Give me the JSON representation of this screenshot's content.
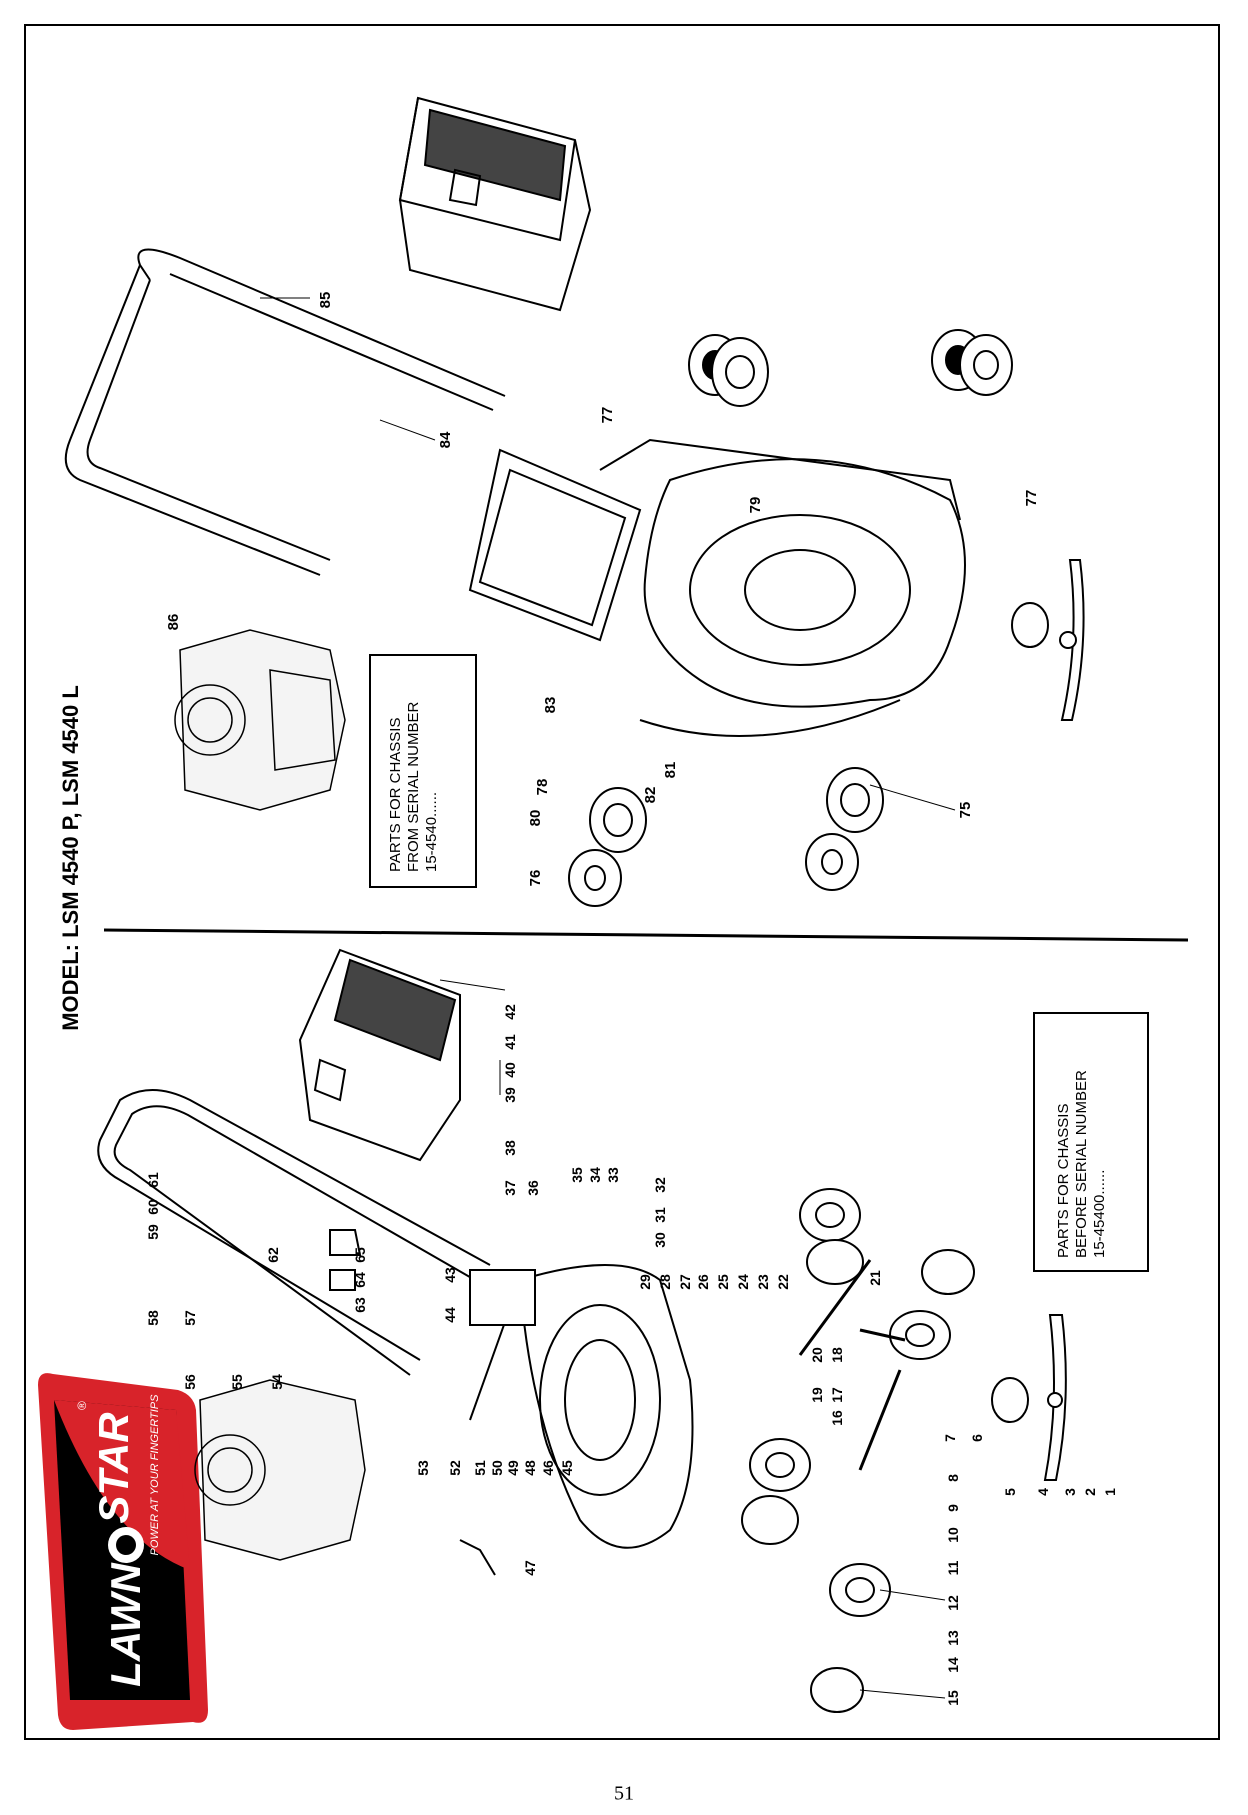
{
  "model_title": "MODEL: LSM 4540 P, LSM 4540 L",
  "page_number": "51",
  "logo": {
    "brand_left": "LAWN",
    "brand_right": "STAR",
    "tagline": "POWER AT YOUR FINGERTIPS",
    "registered_mark": "®",
    "colors": {
      "red": "#d8232a",
      "black": "#000000",
      "white": "#ffffff"
    }
  },
  "box_from": {
    "line1": "PARTS FOR CHASSIS",
    "line2": "FROM SERIAL NUMBER",
    "line3": "15-4540......"
  },
  "box_before": {
    "line1": "PARTS FOR CHASSIS",
    "line2": "BEFORE SERIAL NUMBER",
    "line3": "15-45400......"
  },
  "callouts_upper": [
    "75",
    "76",
    "77",
    "77",
    "78",
    "79",
    "80",
    "81",
    "82",
    "83",
    "84",
    "85",
    "86"
  ],
  "callouts_lower": [
    "1",
    "2",
    "3",
    "4",
    "5",
    "6",
    "7",
    "8",
    "9",
    "10",
    "11",
    "12",
    "13",
    "14",
    "15",
    "16",
    "17",
    "18",
    "19",
    "20",
    "21",
    "22",
    "23",
    "24",
    "25",
    "26",
    "27",
    "28",
    "29",
    "30",
    "31",
    "32",
    "33",
    "34",
    "35",
    "36",
    "37",
    "38",
    "39",
    "40",
    "41",
    "42",
    "43",
    "44",
    "45",
    "46",
    "47",
    "48",
    "49",
    "50",
    "51",
    "52",
    "53",
    "54",
    "55",
    "56",
    "57",
    "58",
    "59",
    "60",
    "61",
    "62",
    "63",
    "64",
    "65"
  ]
}
